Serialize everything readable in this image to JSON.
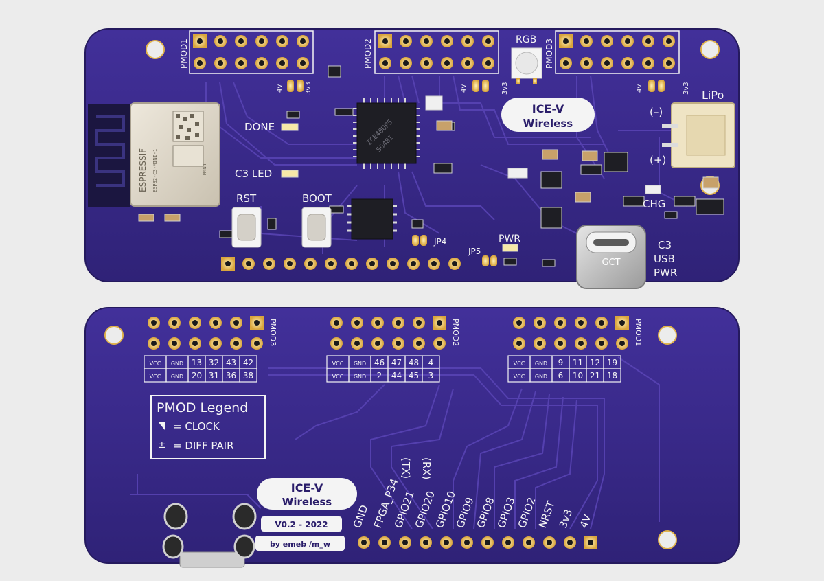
{
  "colors": {
    "background": "#ececec",
    "board": "#3b2a8a",
    "board_dark": "#2a1d6a",
    "trace": "#4f3ba8",
    "silkscreen": "#f4f4f4",
    "pad_gold": "#e0b24a",
    "module_metal": "#d9d2c4"
  },
  "top_board": {
    "pmod1_label": "PMOD1",
    "pmod2_label": "PMOD2",
    "pmod3_label": "PMOD3",
    "rgb_label": "RGB",
    "v4_label": "4v",
    "v33_label": "3v3",
    "badge_line1": "ICE-V",
    "badge_line2": "Wireless",
    "lipo_label": "LiPo",
    "minus_label": "(–)",
    "plus_label": "(+)",
    "done_label": "DONE",
    "c3led_label": "C3 LED",
    "rst_label": "RST",
    "boot_label": "BOOT",
    "jp4_label": "JP4",
    "jp5_label": "JP5",
    "pwr_label": "PWR",
    "chg_label": "CHG",
    "usb_line1": "C3",
    "usb_line2": "USB",
    "usb_line3": "PWR",
    "usbc_label": "GCT",
    "module_brand": "ESPRESSIF",
    "module_model": "ESP32-C3-MINI-1",
    "module_code": "M4N4",
    "fpga_line1": "ICE40UP5",
    "fpga_line2": "SG48I"
  },
  "bottom_board": {
    "pmod3_label": "PMOD3",
    "pmod2_label": "PMOD2",
    "pmod1_label": "PMOD1",
    "pmod3_table": [
      [
        "VCC",
        "GND",
        "13",
        "32",
        "43",
        "42"
      ],
      [
        "VCC",
        "GND",
        "20",
        "31",
        "36",
        "38"
      ]
    ],
    "pmod2_table": [
      [
        "VCC",
        "GND",
        "46",
        "47",
        "48",
        "4"
      ],
      [
        "VCC",
        "GND",
        "2",
        "44",
        "45",
        "3"
      ]
    ],
    "pmod1_table": [
      [
        "VCC",
        "GND",
        "9",
        "11",
        "12",
        "19"
      ],
      [
        "VCC",
        "GND",
        "6",
        "10",
        "21",
        "18"
      ]
    ],
    "legend_title": "PMOD Legend",
    "legend_clock": "= CLOCK",
    "legend_diff": "= DIFF PAIR",
    "badge_line1": "ICE-V",
    "badge_line2": "Wireless",
    "version": "V0.2 - 2022",
    "author": "by emeb /m_w",
    "rx_label": "(RX)",
    "tx_label": "(TX)",
    "pins": [
      "GND",
      "FPGA_P34",
      "GPIO21",
      "GPIO20",
      "GPIO10",
      "GPIO9",
      "GPIO8",
      "GPIO3",
      "GPIO2",
      "NRST",
      "3v3",
      "4V"
    ]
  }
}
